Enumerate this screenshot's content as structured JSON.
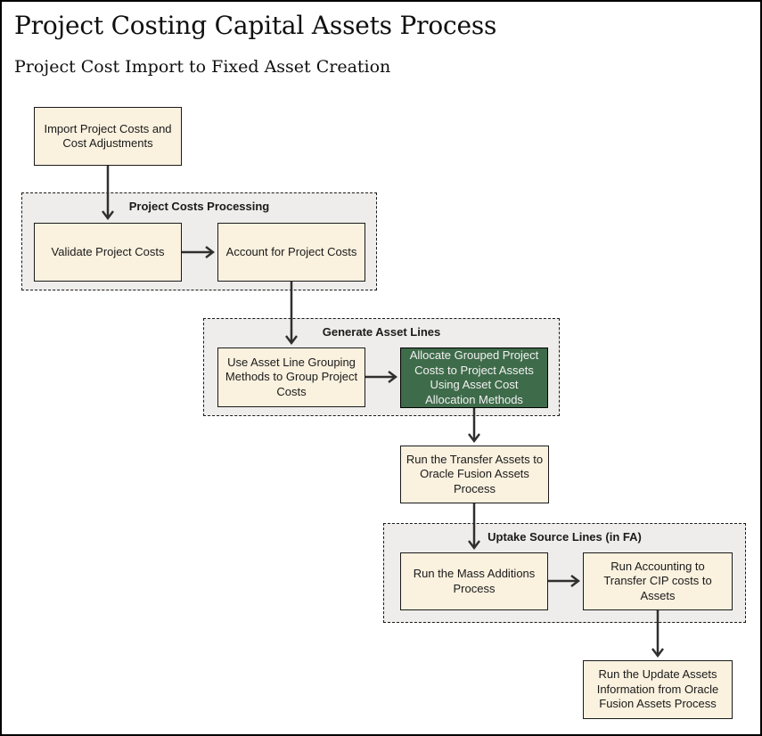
{
  "page": {
    "title": "Project Costing Capital Assets Process",
    "subtitle": "Project Cost Import to Fixed Asset Creation"
  },
  "colors": {
    "box_fill": "#FAF1DF",
    "box_border": "#1A1A1A",
    "group_fill": "#EFEDEB",
    "group_border": "#1A1A1A",
    "highlight_fill": "#3E6B4A",
    "highlight_text": "#F2F2F2",
    "arrow": "#2F2F2F",
    "text": "#1A1A1A"
  },
  "groups": {
    "project_costs_processing": {
      "label": "Project Costs Processing"
    },
    "generate_asset_lines": {
      "label": "Generate Asset Lines"
    },
    "uptake_source_lines": {
      "label": "Uptake Source Lines (in FA)"
    }
  },
  "nodes": {
    "import_costs": {
      "label": "Import Project Costs and Cost Adjustments"
    },
    "validate_costs": {
      "label": "Validate Project Costs"
    },
    "account_costs": {
      "label": "Account for Project Costs"
    },
    "group_methods": {
      "label": "Use Asset Line Grouping Methods to Group Project Costs"
    },
    "allocate_costs": {
      "label": "Allocate Grouped Project Costs to Project Assets Using Asset Cost Allocation Methods"
    },
    "transfer_assets": {
      "label": "Run the Transfer Assets to Oracle Fusion Assets Process"
    },
    "mass_additions": {
      "label": "Run the Mass Additions Process"
    },
    "run_accounting": {
      "label": "Run Accounting to Transfer CIP costs to Assets"
    },
    "update_assets": {
      "label": "Run the Update Assets Information from Oracle Fusion Assets Process"
    }
  }
}
